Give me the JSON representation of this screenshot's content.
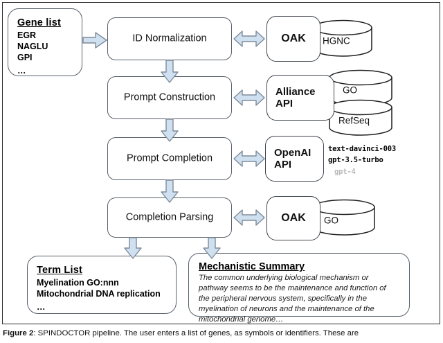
{
  "figure": {
    "caption_label": "Figure 2",
    "caption_text": ": SPINDOCTOR pipeline. The user enters a list of genes, as symbols or identifiers. These are"
  },
  "colors": {
    "arrow_fill": "#cfe0f0",
    "arrow_stroke": "#7f8b99",
    "box_stroke": "#57606a",
    "cylinder_stroke": "#1f1f1f",
    "muted_text": "#b9b9b9"
  },
  "input": {
    "title": "Gene list",
    "items": [
      "EGR",
      "NAGLU",
      "GPI"
    ],
    "ellipsis": "…"
  },
  "pipeline": {
    "steps": [
      {
        "label": "ID Normalization"
      },
      {
        "label": "Prompt Construction"
      },
      {
        "label": "Prompt Completion"
      },
      {
        "label": "Completion Parsing"
      }
    ]
  },
  "services": [
    {
      "name": "OAK",
      "lines": [
        "OAK"
      ]
    },
    {
      "name": "Alliance API",
      "lines": [
        "Alliance",
        "API"
      ]
    },
    {
      "name": "OpenAI API",
      "lines": [
        "OpenAI",
        "API"
      ]
    },
    {
      "name": "OAK 2",
      "lines": [
        "OAK"
      ]
    }
  ],
  "databases": [
    {
      "label": "HGNC"
    },
    {
      "label": "GO"
    },
    {
      "label": "RefSeq"
    },
    {
      "label": "GO"
    }
  ],
  "models": {
    "active": [
      "text-davinci-003",
      "gpt-3.5-turbo"
    ],
    "inactive": [
      "gpt-4"
    ]
  },
  "outputs": {
    "term_list": {
      "title": "Term List",
      "items": [
        "Myelination GO:nnn",
        "Mitochondrial DNA replication"
      ],
      "ellipsis": "…"
    },
    "mechanistic_summary": {
      "title": "Mechanistic Summary",
      "body_lines": [
        "The common underlying biological mechanism or",
        "pathway seems to be the maintenance and function of",
        "the peripheral nervous system, specifically in the",
        "myelination of neurons and the maintenance of the",
        "mitochondrial genome…"
      ]
    }
  }
}
